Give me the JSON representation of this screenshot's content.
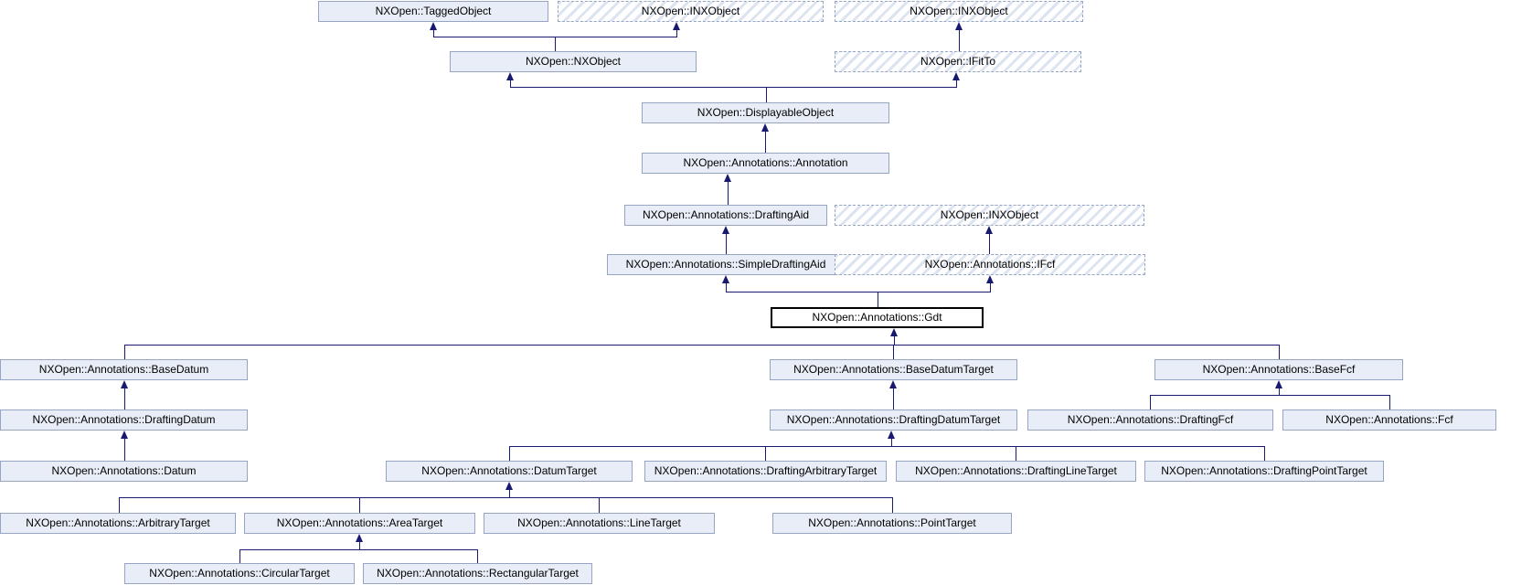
{
  "diagram": {
    "kind": "class-inheritance-graph",
    "main_class": "NXOpen::Annotations::Gdt",
    "colors": {
      "edge": "#191970",
      "node_fill": "#E8EDF7",
      "node_border": "#97A5C4",
      "hatch_stripe": "#DCE4F2",
      "main_node_border": "#000000",
      "text": "#000000",
      "background": "#FFFFFF"
    },
    "nodes": [
      {
        "label": "NXOpen::TaggedObject",
        "style": "solid"
      },
      {
        "label": "NXOpen::INXObject",
        "style": "dashed"
      },
      {
        "label": "NXOpen::INXObject",
        "style": "dashed"
      },
      {
        "label": "NXOpen::NXObject",
        "style": "solid"
      },
      {
        "label": "NXOpen::IFitTo",
        "style": "dashed"
      },
      {
        "label": "NXOpen::DisplayableObject",
        "style": "solid"
      },
      {
        "label": "NXOpen::Annotations::Annotation",
        "style": "solid"
      },
      {
        "label": "NXOpen::Annotations::DraftingAid",
        "style": "solid"
      },
      {
        "label": "NXOpen::INXObject",
        "style": "dashed"
      },
      {
        "label": "NXOpen::Annotations::SimpleDraftingAid",
        "style": "solid"
      },
      {
        "label": "NXOpen::Annotations::IFcf",
        "style": "dashed"
      },
      {
        "label": "NXOpen::Annotations::Gdt",
        "style": "main"
      },
      {
        "label": "NXOpen::Annotations::BaseDatum",
        "style": "solid"
      },
      {
        "label": "NXOpen::Annotations::BaseDatumTarget",
        "style": "solid"
      },
      {
        "label": "NXOpen::Annotations::BaseFcf",
        "style": "solid"
      },
      {
        "label": "NXOpen::Annotations::DraftingDatum",
        "style": "solid"
      },
      {
        "label": "NXOpen::Annotations::DraftingDatumTarget",
        "style": "solid"
      },
      {
        "label": "NXOpen::Annotations::DraftingFcf",
        "style": "solid"
      },
      {
        "label": "NXOpen::Annotations::Fcf",
        "style": "solid"
      },
      {
        "label": "NXOpen::Annotations::Datum",
        "style": "solid"
      },
      {
        "label": "NXOpen::Annotations::DatumTarget",
        "style": "solid"
      },
      {
        "label": "NXOpen::Annotations::DraftingArbitraryTarget",
        "style": "solid"
      },
      {
        "label": "NXOpen::Annotations::DraftingLineTarget",
        "style": "solid"
      },
      {
        "label": "NXOpen::Annotations::DraftingPointTarget",
        "style": "solid"
      },
      {
        "label": "NXOpen::Annotations::ArbitraryTarget",
        "style": "solid"
      },
      {
        "label": "NXOpen::Annotations::AreaTarget",
        "style": "solid"
      },
      {
        "label": "NXOpen::Annotations::LineTarget",
        "style": "solid"
      },
      {
        "label": "NXOpen::Annotations::PointTarget",
        "style": "solid"
      },
      {
        "label": "NXOpen::Annotations::CircularTarget",
        "style": "solid"
      },
      {
        "label": "NXOpen::Annotations::RectangularTarget",
        "style": "solid"
      }
    ]
  }
}
